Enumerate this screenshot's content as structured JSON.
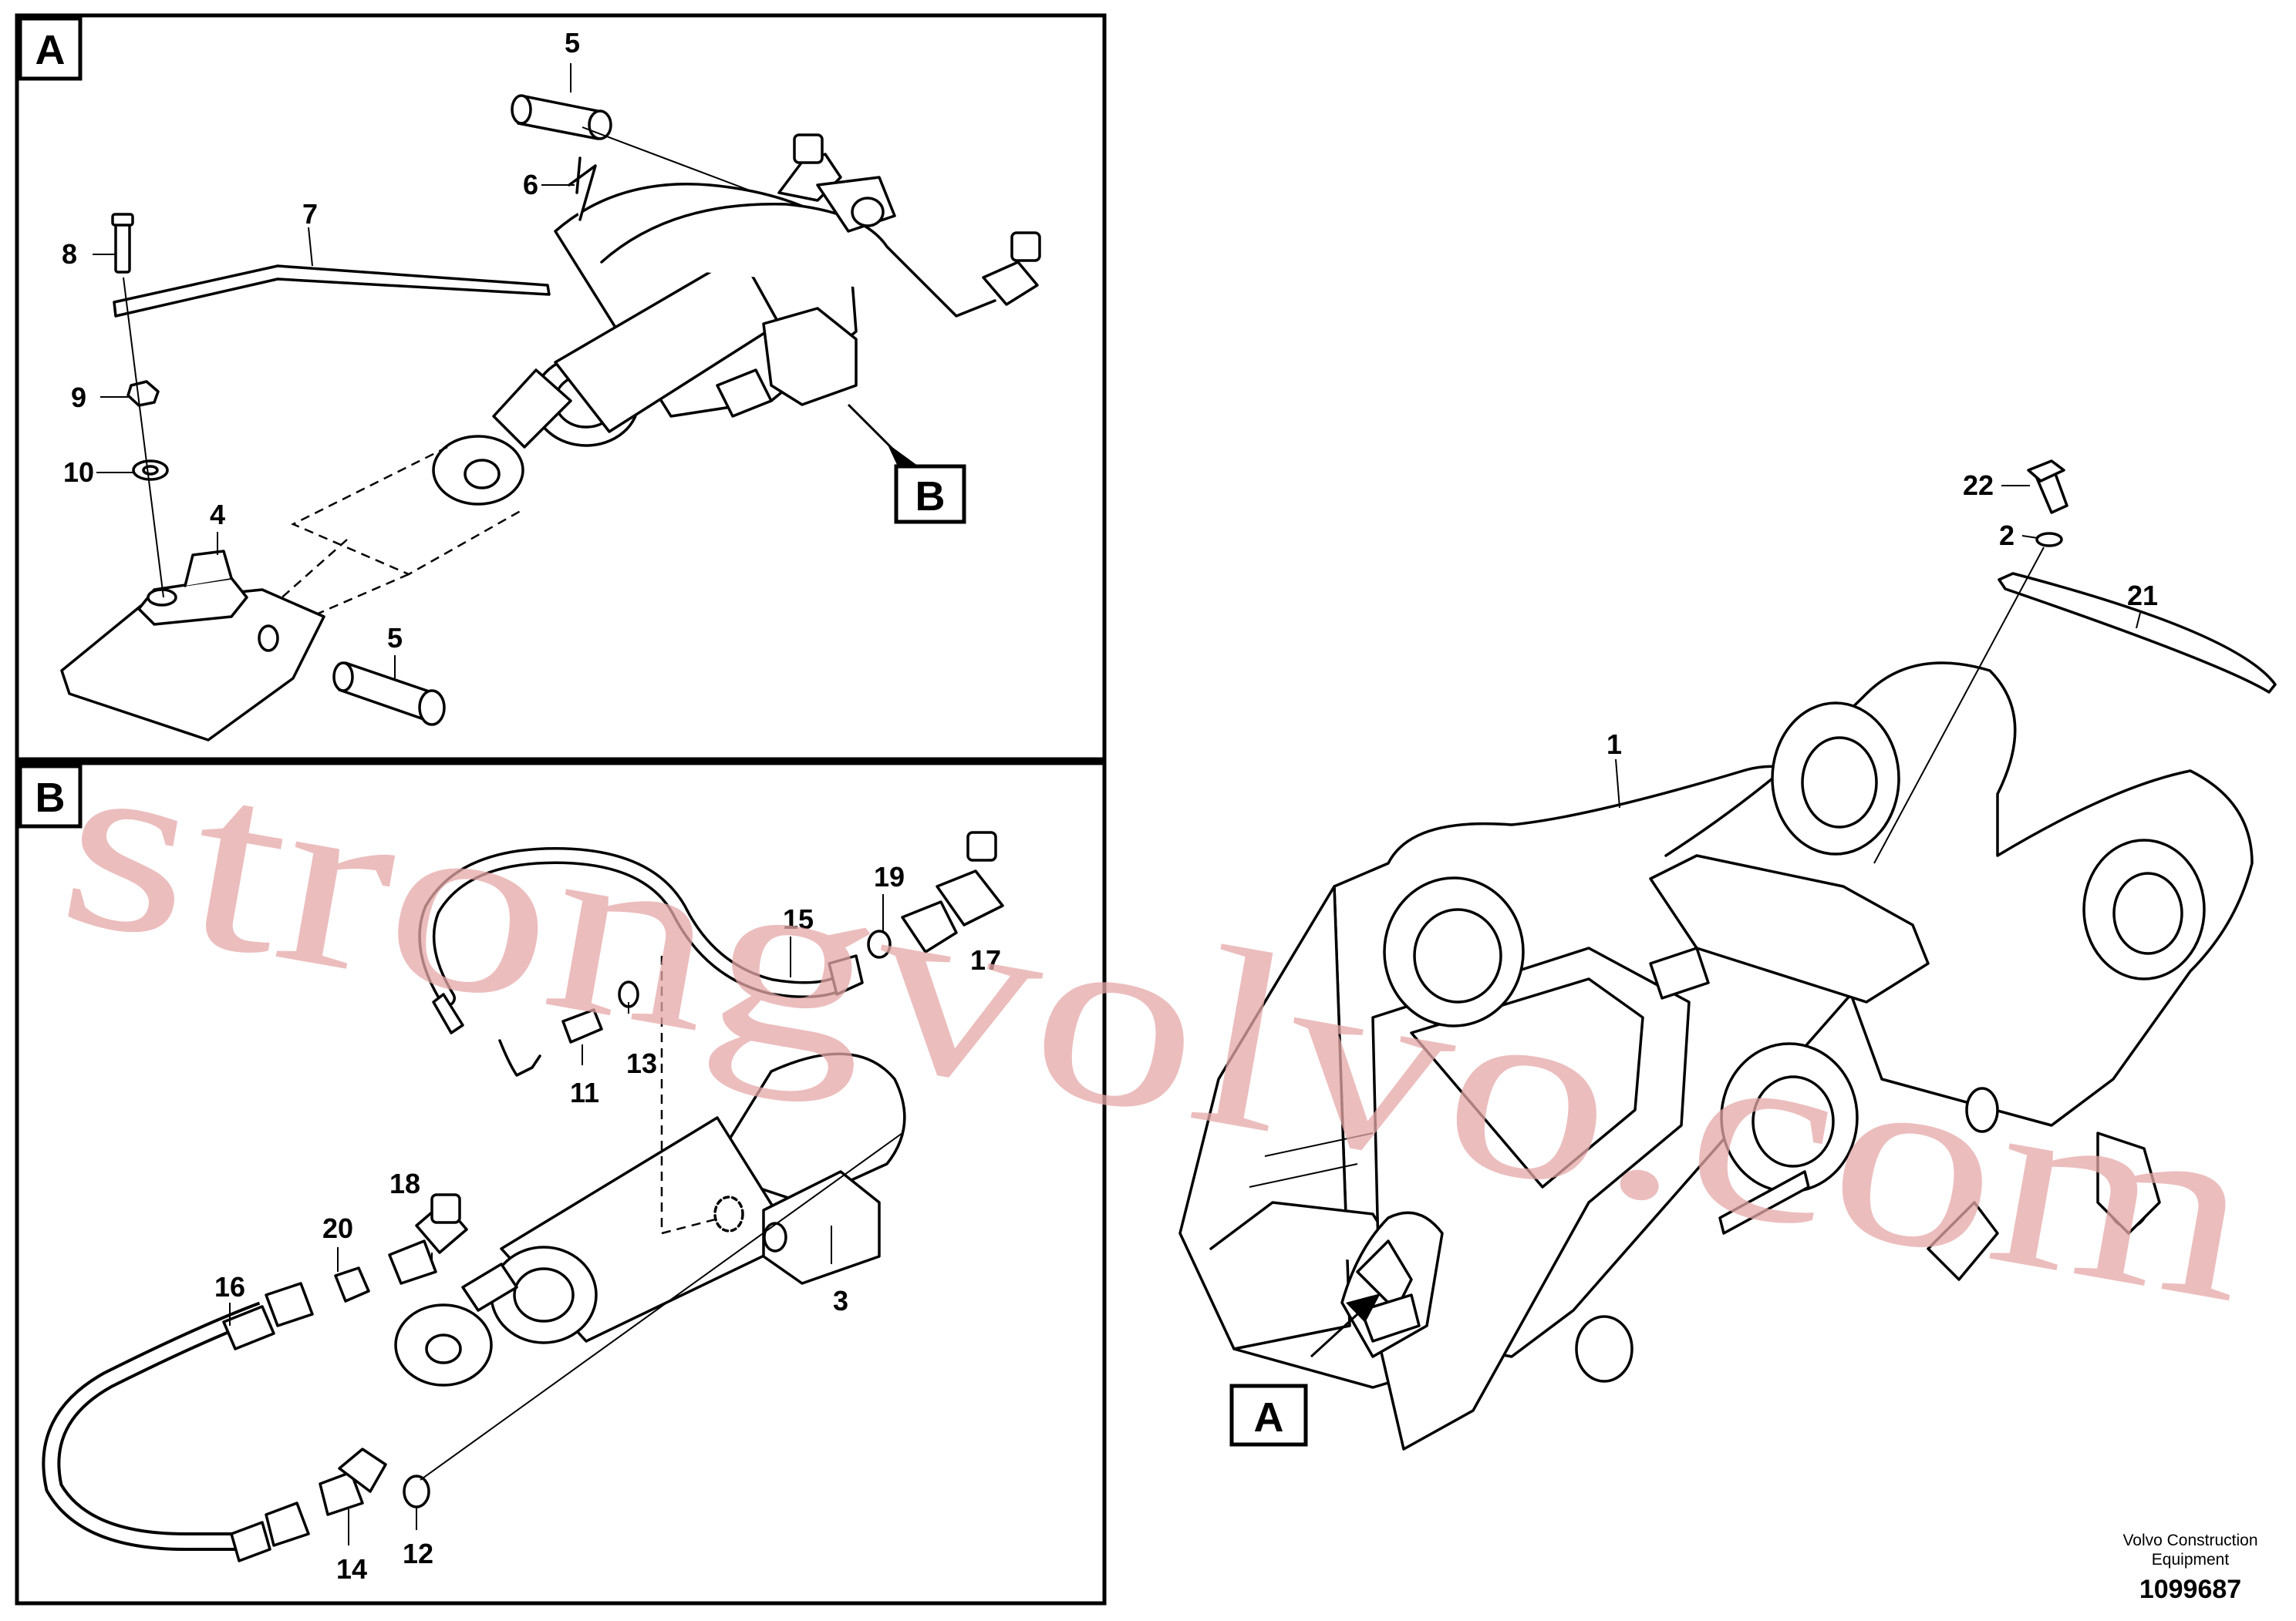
{
  "panels": {
    "a_letter": "A",
    "b_letter": "B",
    "b_pointer_letter": "B",
    "a_pointer_letter": "A"
  },
  "callouts": {
    "a": [
      "5",
      "6",
      "7",
      "8",
      "9",
      "10",
      "4",
      "5"
    ],
    "b": [
      "19",
      "15",
      "13",
      "11",
      "18",
      "20",
      "16",
      "3",
      "12",
      "14",
      "17"
    ],
    "main": [
      "22",
      "2",
      "21",
      "1"
    ]
  },
  "watermark": "strongvolvo.com",
  "footer": {
    "credit_line1": "Volvo Construction",
    "credit_line2": "Equipment",
    "doc_number": "1099687"
  }
}
